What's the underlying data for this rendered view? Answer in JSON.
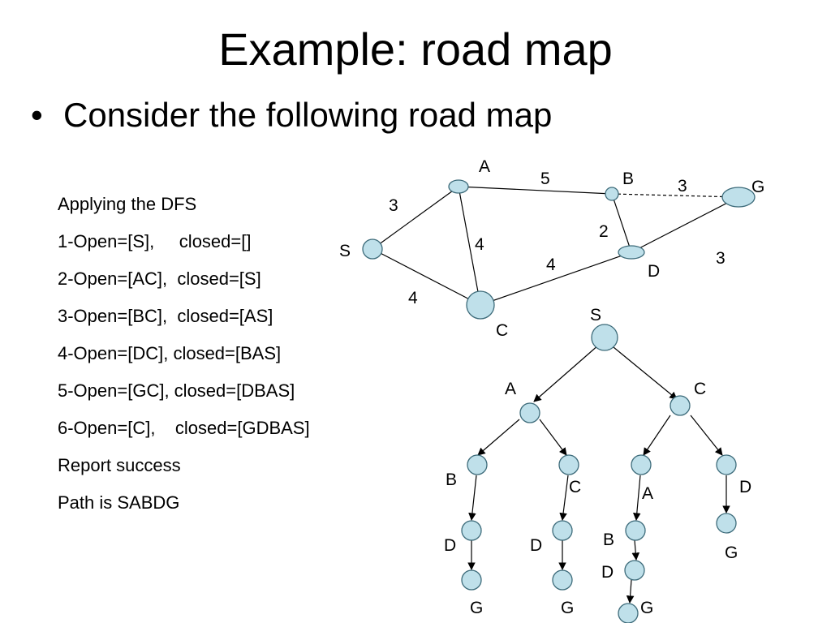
{
  "title": "Example: road map",
  "bullet": "Consider the following road map",
  "steps": [
    "Applying the DFS",
    "1-Open=[S],     closed=[]",
    "2-Open=[AC],  closed=[S]",
    "3-Open=[BC],  closed=[AS]",
    "4-Open=[DC], closed=[BAS]",
    "5-Open=[GC], closed=[DBAS]",
    "6-Open=[C],    closed=[GDBAS]",
    "Report success",
    "Path is SABDG"
  ],
  "road_map": {
    "nodes": [
      "A",
      "B",
      "G",
      "S",
      "D",
      "C"
    ],
    "edge_weights": [
      "5",
      "3",
      "3",
      "2",
      "4",
      "4",
      "3",
      "4"
    ]
  },
  "search_tree": {
    "labels": [
      "S",
      "A",
      "C",
      "B",
      "C",
      "A",
      "D",
      "B",
      "D",
      "D",
      "D",
      "G",
      "G",
      "G",
      "G"
    ]
  }
}
